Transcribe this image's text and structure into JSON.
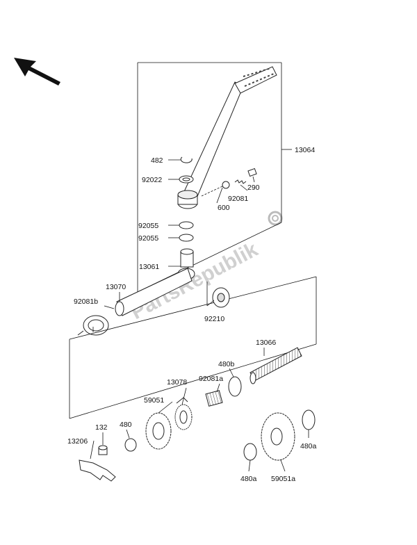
{
  "watermark": "PartsRepublik",
  "labels": {
    "l13064": "13064",
    "l482": "482",
    "l92022": "92022",
    "l290": "290",
    "l92081": "92081",
    "l600": "600",
    "l92055a": "92055",
    "l92055b": "92055",
    "l13061": "13061",
    "l13070": "13070",
    "l92081b": "92081b",
    "l92210": "92210",
    "l13066": "13066",
    "l480b": "480b",
    "l92081a": "92081a",
    "l13078": "13078",
    "l59051": "59051",
    "l132": "132",
    "l480": "480",
    "l13206": "13206",
    "l480a_right": "480a",
    "l480a_bottom": "480a",
    "l59051a": "59051a"
  },
  "icons": {
    "arrow": "front-direction-arrow-icon",
    "gear": "gear-icon"
  }
}
